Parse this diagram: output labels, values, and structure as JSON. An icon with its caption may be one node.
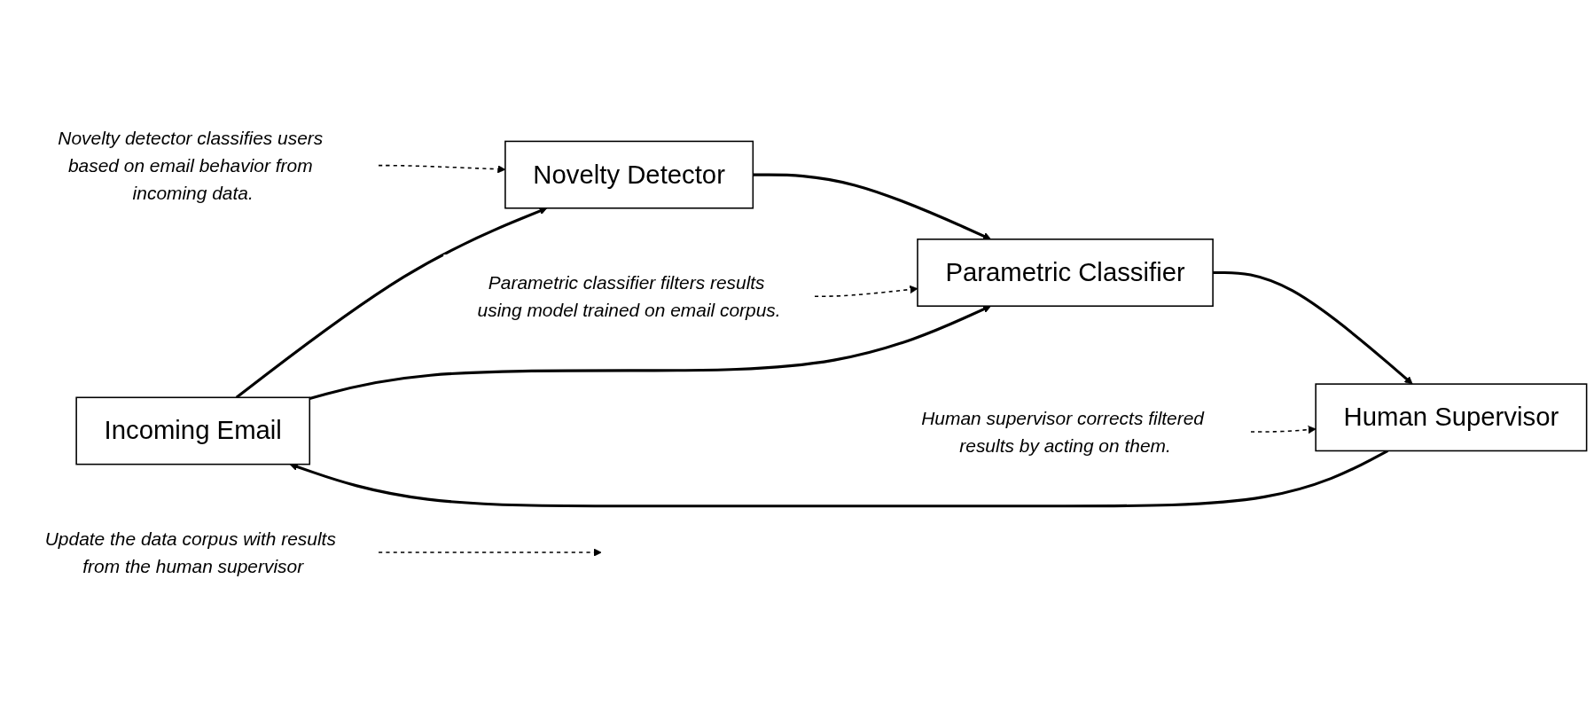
{
  "diagram": {
    "nodes": [
      {
        "text": [
          "Update the data corpus with results from the human supervisor"
        ]
      },
      {
        "text": [
          "Human supervisor corrects filtered results by acting on them."
        ]
      },
      {
        "text": [
          "Incoming Email"
        ]
      },
      {
        "text": [
          "Novelty Detector"
        ]
      },
      {
        "text": [
          "Parametric Classifier"
        ]
      },
      {
        "text": [
          "Human Supervisor"
        ]
      },
      {
        "text": [
          "Novelty detector classifies users based on email behavior from incoming data."
        ]
      },
      {
        "text": [
          "Parametric classifier filters results using model trained on email corpus."
        ]
      }
    ],
    "edges": [
      {
        "from": 2,
        "to": 3,
        "arrow": "to"
      },
      {
        "from": 3,
        "to": 4,
        "arrow": "to"
      },
      {
        "from": 4,
        "to": 5,
        "arrow": "to"
      },
      {
        "from": 5,
        "to": 2,
        "arrow": "to"
      },
      {
        "from": 2,
        "to": 4,
        "arrow": "to"
      },
      {
        "from": 0,
        "to": null,
        "arrow": "to",
        "style": "dashed"
      },
      {
        "from": 1,
        "to": 5,
        "arrow": "to",
        "style": "dashed"
      },
      {
        "from": 6,
        "to": 3,
        "arrow": "to",
        "style": "dashed"
      },
      {
        "from": 7,
        "to": 4,
        "arrow": "to",
        "style": "dashed"
      }
    ]
  }
}
